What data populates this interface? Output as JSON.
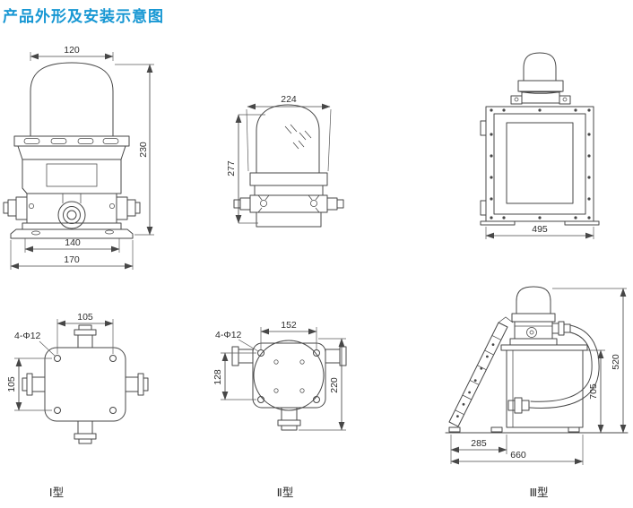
{
  "page": {
    "title": "产品外形及安装示意图"
  },
  "colors": {
    "title_blue": "#1797d3",
    "line_gray": "#474747"
  },
  "drawings": {
    "type1_front": {
      "dim_top_width": "120",
      "dim_height": "230",
      "dim_hole_spacing": "140",
      "dim_base_width": "170"
    },
    "type2_front": {
      "dim_width": "224",
      "dim_height": "277"
    },
    "type3_front": {
      "dim_width": "495"
    },
    "type1_plan": {
      "dim_width": "105",
      "dim_height": "105",
      "holes_label": "4-Φ12"
    },
    "type2_plan": {
      "dim_width": "152",
      "dim_height": "128",
      "dim_total_height": "220",
      "holes_label": "4-Φ12"
    },
    "type3_install": {
      "dim_total_height": "520",
      "dim_cabinet_height": "705",
      "dim_panel_width": "285",
      "dim_total_width": "660"
    }
  },
  "type_labels": {
    "type1": "Ⅰ型",
    "type2": "Ⅱ型",
    "type3": "Ⅲ型"
  }
}
